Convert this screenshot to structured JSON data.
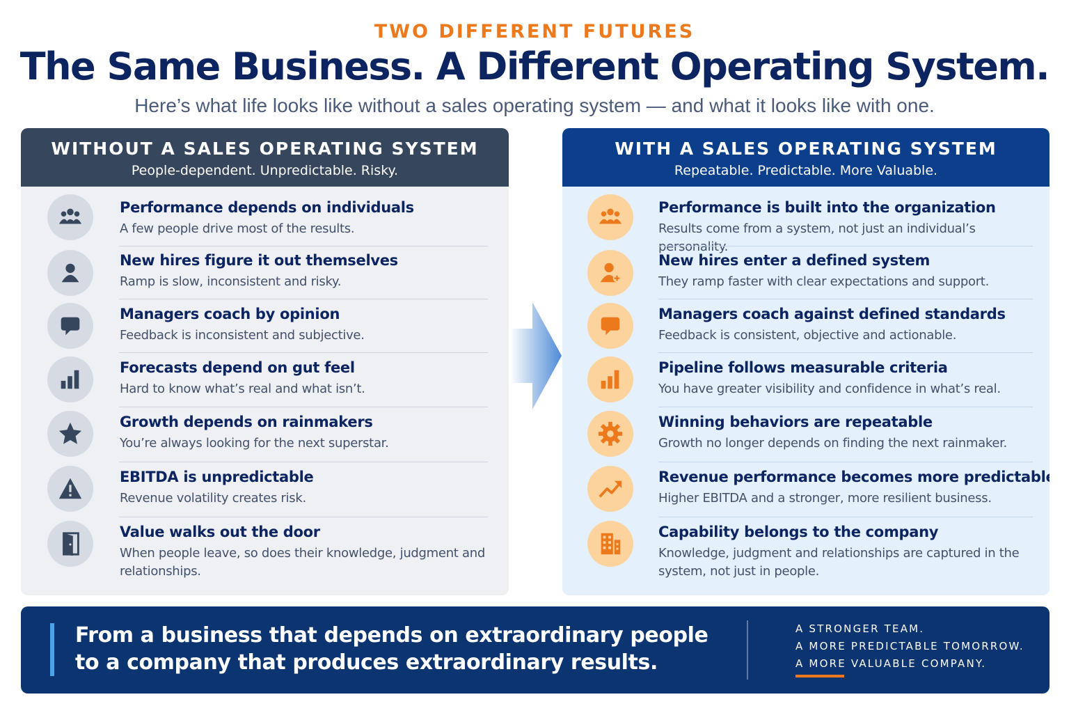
{
  "header": {
    "eyebrow": "TWO DIFFERENT FUTURES",
    "title": "The Same Business. A Different Operating System.",
    "subtitle": "Here’s what life looks like without a sales operating system — and what it looks like with one."
  },
  "left_panel": {
    "title": "WITHOUT A SALES OPERATING SYSTEM",
    "tagline": "People-dependent. Unpredictable. Risky.",
    "items": [
      {
        "icon": "people-icon",
        "title": "Performance depends on individuals",
        "desc": "A few people drive most of the results."
      },
      {
        "icon": "person-icon",
        "title": "New hires figure it out themselves",
        "desc": "Ramp is slow, inconsistent and risky."
      },
      {
        "icon": "speech-bubble-icon",
        "title": "Managers coach by opinion",
        "desc": "Feedback is inconsistent and subjective."
      },
      {
        "icon": "bar-chart-icon",
        "title": "Forecasts depend on gut feel",
        "desc": "Hard to know what’s real and what isn’t."
      },
      {
        "icon": "star-icon",
        "title": "Growth depends on rainmakers",
        "desc": "You’re always looking for the next superstar."
      },
      {
        "icon": "warning-icon",
        "title": "EBITDA is unpredictable",
        "desc": "Revenue volatility creates risk."
      },
      {
        "icon": "exit-door-icon",
        "title": "Value walks out the door",
        "desc": "When people leave, so does their knowledge, judgment and relationships."
      }
    ]
  },
  "right_panel": {
    "title": "WITH A SALES OPERATING SYSTEM",
    "tagline": "Repeatable. Predictable. More Valuable.",
    "items": [
      {
        "icon": "people-icon",
        "title": "Performance is built into the organization",
        "desc": "Results come from a system, not just an individual’s personality."
      },
      {
        "icon": "person-add-icon",
        "title": "New hires enter a defined system",
        "desc": "They ramp faster with clear expectations and support."
      },
      {
        "icon": "speech-bubble-icon",
        "title": "Managers coach against defined standards",
        "desc": "Feedback is consistent, objective and actionable."
      },
      {
        "icon": "bar-chart-icon",
        "title": "Pipeline follows measurable criteria",
        "desc": "You have greater visibility and confidence in what’s real."
      },
      {
        "icon": "gear-icon",
        "title": "Winning behaviors are repeatable",
        "desc": "Growth no longer depends on finding the next rainmaker."
      },
      {
        "icon": "trend-up-icon",
        "title": "Revenue performance becomes more predictable",
        "desc": "Higher EBITDA and a stronger, more resilient business."
      },
      {
        "icon": "building-icon",
        "title": "Capability belongs to the company",
        "desc": "Knowledge, judgment and relationships are captured in the system, not just in people."
      }
    ]
  },
  "banner": {
    "line1": "From a business that depends on extraordinary people",
    "line2": "to a company that produces extraordinary results.",
    "right_lines": [
      "A STRONGER TEAM.",
      "A MORE PREDICTABLE TOMORROW.",
      "A MORE VALUABLE COMPANY."
    ]
  },
  "colors": {
    "navy_title": "#0c2460",
    "accent_orange": "#ec7a1c",
    "left_header": "#35465d",
    "right_header": "#0b3f8c",
    "banner_bg": "#0b3470"
  }
}
